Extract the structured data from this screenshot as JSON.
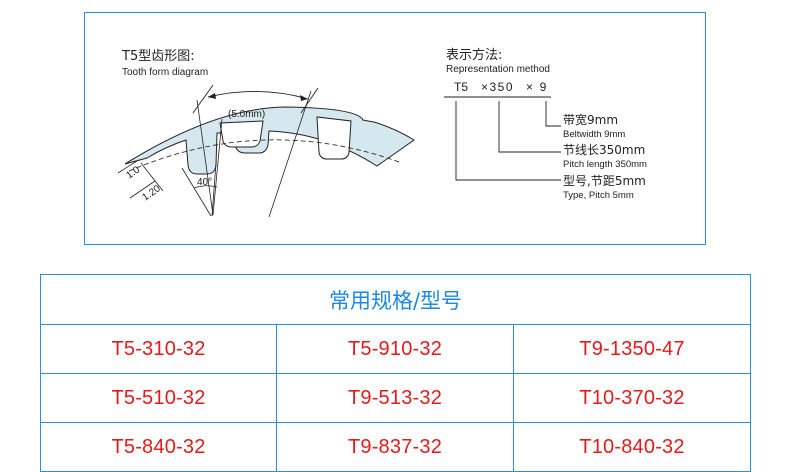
{
  "diagram": {
    "title_cn": "T5型齿形图:",
    "title_en": "Tooth form diagram",
    "dim_top": "(5.0mm)",
    "dim_1": "1.0",
    "dim_2": "1.20",
    "dim_angle": "40°"
  },
  "representation": {
    "title_cn": "表示方法:",
    "title_en": "Representation method",
    "code_type": "T5",
    "code_len": "×350",
    "code_width": "×  9",
    "labels": [
      {
        "cn": "带宽9mm",
        "en": "Beltwidth 9mm"
      },
      {
        "cn": "节线长350mm",
        "en": "Pitch length 350mm"
      },
      {
        "cn": "型号,节距5mm",
        "en": "Type, Pitch 5mm"
      }
    ]
  },
  "table": {
    "title": "常用规格/型号",
    "rows": [
      [
        "T5-310-32",
        "T5-910-32",
        "T9-1350-47"
      ],
      [
        "T5-510-32",
        "T9-513-32",
        "T10-370-32"
      ],
      [
        "T5-840-32",
        "T9-837-32",
        "T10-840-32"
      ]
    ]
  },
  "colors": {
    "border": "#2f8fd6",
    "table_title": "#1e88e5",
    "table_text": "#e31b1b",
    "belt_fill": "#d6e8ef",
    "line": "#222222"
  }
}
